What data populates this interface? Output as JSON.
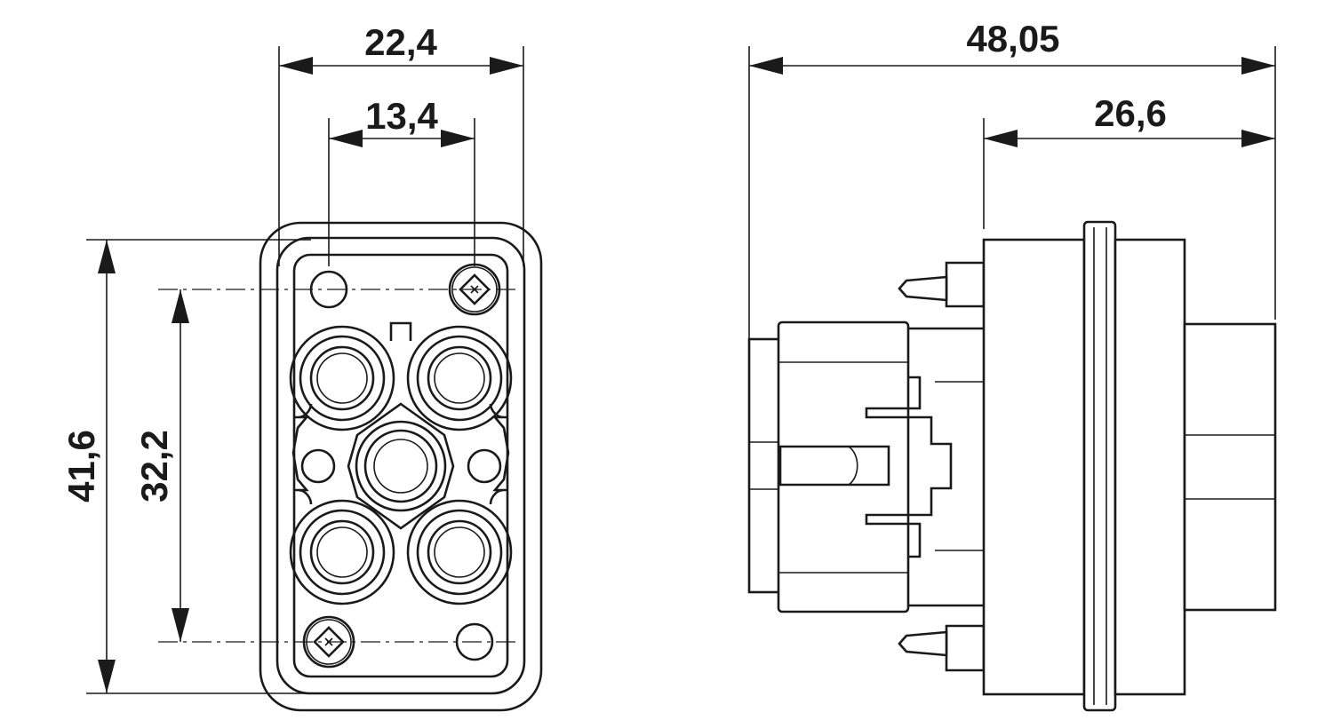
{
  "front_view": {
    "dim_width_outer": "22,4",
    "dim_width_inner": "13,4",
    "dim_height_outer": "41,6",
    "dim_height_inner": "32,2"
  },
  "side_view": {
    "dim_length_total": "48,05",
    "dim_length_rear": "26,6"
  },
  "colors": {
    "line": "#1a1a1a",
    "background": "#ffffff"
  }
}
